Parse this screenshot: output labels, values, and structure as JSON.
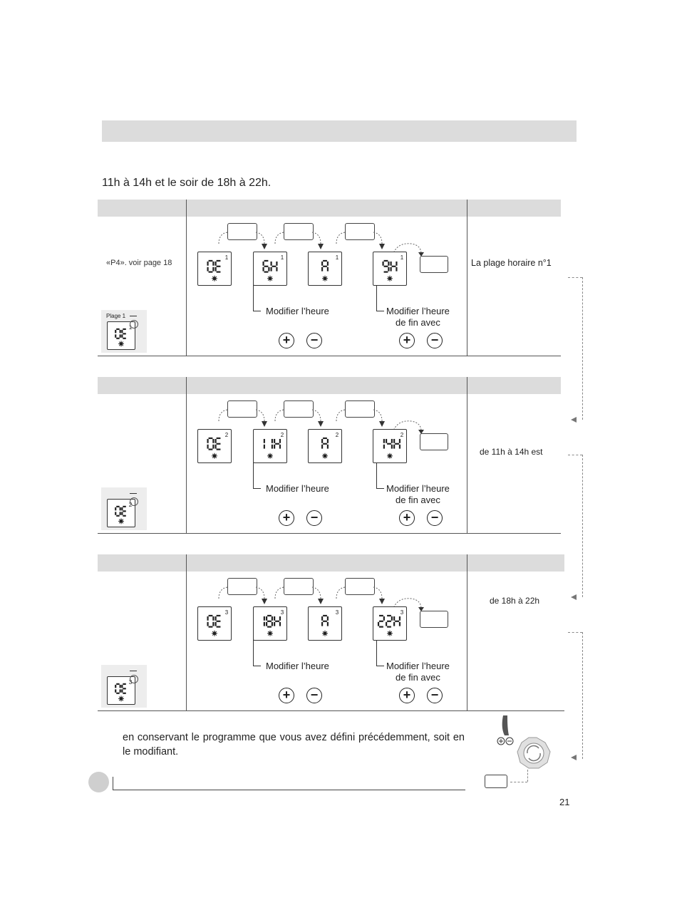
{
  "intro": "11h à 14h et le soir de 18h à 22h.",
  "steps": [
    {
      "left_text": "«P4». voir page 18",
      "thumb_caption": "Plage 1",
      "thumb_display": "DE",
      "thumb_index": "1",
      "right_text": "La plage horaire n°1",
      "displays": [
        "DE",
        "6H",
        "A",
        "9H"
      ],
      "index": "1",
      "label_start": "Modifier l’heure",
      "label_end": [
        "Modifier l’heure",
        "de fin avec"
      ]
    },
    {
      "left_text": "",
      "thumb_caption": "",
      "thumb_display": "DE",
      "thumb_index": "2",
      "right_text": "de 11h à 14h est",
      "displays": [
        "DE",
        "11H",
        "A",
        "14H"
      ],
      "index": "2",
      "label_start": "Modifier l’heure",
      "label_end": [
        "Modifier l’heure",
        "de fin avec"
      ]
    },
    {
      "left_text": "",
      "thumb_caption": "",
      "thumb_display": "DE",
      "thumb_index": "3",
      "right_text": "de 18h à 22h",
      "displays": [
        "DE",
        "18H",
        "A",
        "22H"
      ],
      "index": "3",
      "label_start": "Modifier l’heure",
      "label_end": [
        "Modifier l’heure",
        "de fin avec"
      ]
    }
  ],
  "plus": "+",
  "minus": "−",
  "body_text": "en conservant le programme que vous avez défini précédemment, soit en le modifiant.",
  "page_number": "21",
  "icons": [
    "plus-icon",
    "minus-icon",
    "hand-icon",
    "selector-dial-icon",
    "sun-icon"
  ]
}
